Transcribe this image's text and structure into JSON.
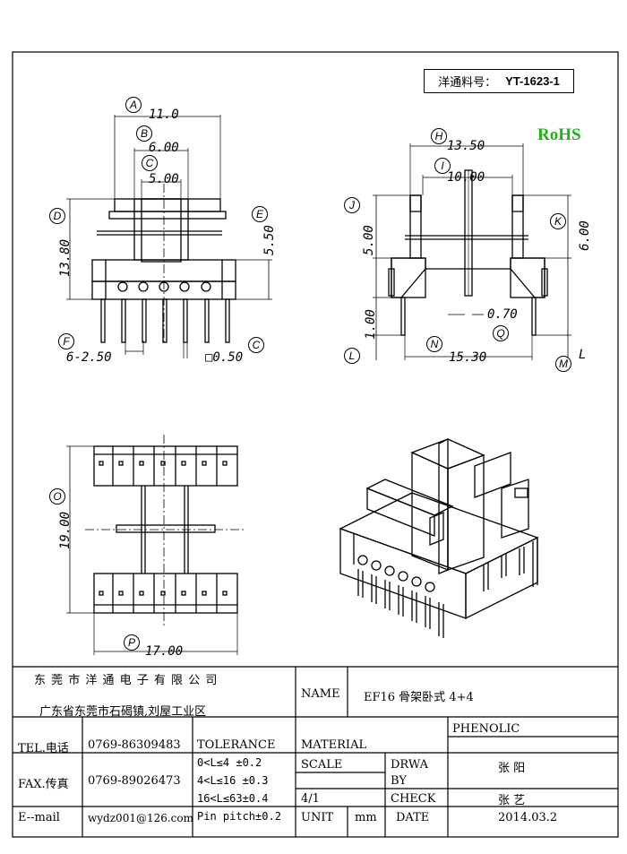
{
  "part_number": {
    "label": "洋通料号：",
    "value": "YT-1623-1"
  },
  "rohs": "RoHS",
  "front_view": {
    "dims": {
      "a": "11.0",
      "b": "6.00",
      "c": "5.00",
      "d": "13.80",
      "e": "5.50",
      "pitch": "6-2.50",
      "pin": "□0.50"
    },
    "labels": {
      "a": "A",
      "b": "B",
      "c": "C",
      "d": "D",
      "e": "E",
      "f": "F",
      "g": "C"
    }
  },
  "side_view": {
    "dims": {
      "h": "13.50",
      "i": "10.00",
      "j": "5.00",
      "k": "6.00",
      "l": "1.00",
      "q": "0.70",
      "n": "15.30",
      "m": "L"
    },
    "labels": {
      "h": "H",
      "i": "I",
      "j": "J",
      "k": "K",
      "l": "L",
      "n": "N",
      "q": "Q",
      "m": "M"
    }
  },
  "bottom_view": {
    "dims": {
      "o": "19.00",
      "p": "17.00"
    },
    "labels": {
      "o": "O",
      "p": "P"
    }
  },
  "title_block": {
    "company": "东 莞 市 洋 通 电 子 有 限 公 司",
    "address": "广东省东莞市石碣镇,刘屋工业区",
    "name_label": "NAME",
    "name_value": "EF16 骨架卧式 4+4",
    "tel_label": "TEL.电话",
    "tel_value": "0769-86309483",
    "fax_label": "FAX.传真",
    "fax_value": "0769-89026473",
    "email_label": "E--mail",
    "email_value": "wydz001@126.com",
    "tolerance_label": "TOLERANCE",
    "tol_1": "0<L≤4   ±0.2",
    "tol_2": "4<L≤16  ±0.3",
    "tol_3": "16<L≤63±0.4",
    "tol_4": "Pin pitch±0.2",
    "material_label": "MATERIAL",
    "material_value": "PHENOLIC",
    "scale_label": "SCALE",
    "scale_value": "4/1",
    "drwa_label": "DRWA",
    "by_label": "BY",
    "drawn_by": "张 阳",
    "check_label": "CHECK",
    "checked_by": "张 艺",
    "unit_label": "UNIT",
    "unit_value": "mm",
    "date_label": "DATE",
    "date_value": "2014.03.2"
  }
}
